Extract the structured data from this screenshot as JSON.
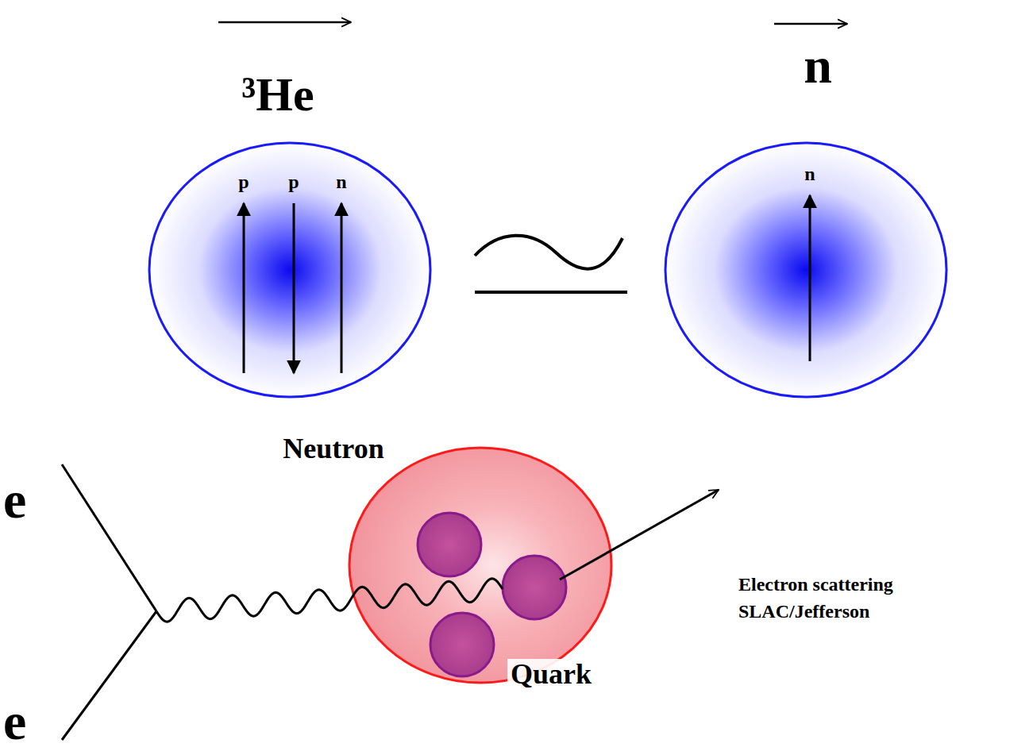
{
  "diagram": {
    "nodes": [
      {
        "text": [
          "³He",
          "p",
          "p",
          "n"
        ]
      },
      {
        "text": [
          "n",
          "n"
        ]
      },
      {
        "text": [
          "Neutron",
          "Quark"
        ]
      }
    ],
    "labels": [
      "e",
      "e",
      "Electron scattering SLAC/Jefferson"
    ]
  }
}
